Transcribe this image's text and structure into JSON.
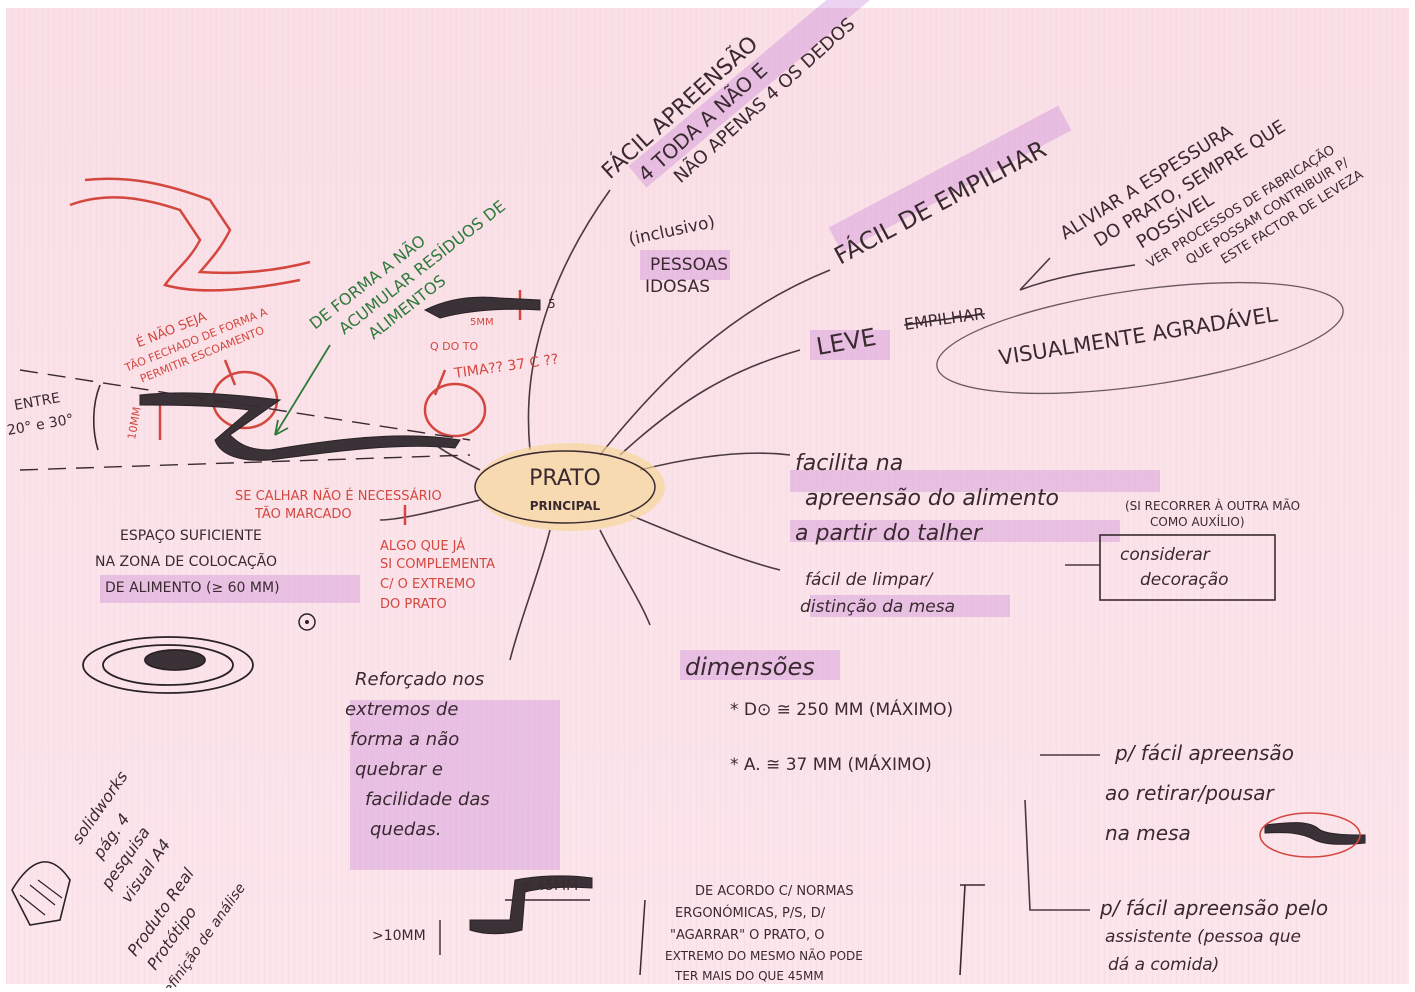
{
  "center": {
    "line1": "PRATO",
    "line2": "PRINCIPAL"
  },
  "branches": {
    "apreensao": {
      "line1": "FÁCIL APREENSÃO",
      "line2": "4 TODA A NÃO E",
      "line3": "NÃO APENAS 4 OS DEDOS"
    },
    "inclusivo": {
      "line1": "(inclusivo)",
      "line2": "PESSOAS",
      "line3": "IDOSAS"
    },
    "empilhar": "FÁCIL DE EMPILHAR",
    "leve": {
      "label": "LEVE",
      "struck": "EMPILHAR"
    },
    "aliviar": {
      "line1": "ALIVIAR A ESPESSURA",
      "line2": "DO PRATO, SEMPRE QUE",
      "line3": "POSSÍVEL"
    },
    "fabricacao": {
      "line1": "VER PROCESSOS DE FABRICAÇÃO",
      "line2": "QUE POSSAM CONTRIBUIR P/",
      "line3": "ESTE FACTOR DE LEVEZA"
    },
    "visual": "VISUALMENTE AGRADÁVEL",
    "facilita": {
      "line1": "facilita na",
      "line2": "apreensão do alimento",
      "line3": "a partir do talher",
      "note1": "(SI RECORRER À OUTRA MÃO",
      "note2": "COMO AUXÍLIO)"
    },
    "limpeza": {
      "line1": "fácil de limpar/",
      "line2": "distinção da mesa",
      "box1": "considerar",
      "box2": "decoração"
    },
    "dimensoes": {
      "title": "dimensões",
      "d": "* D⊙ ≅ 250 MM (MÁXIMO)",
      "a": "* A. ≅ 37 MM (MÁXIMO)",
      "p1a": "p/ fácil apreensão",
      "p1b": "ao retirar/pousar",
      "p1c": "na mesa",
      "p2a": "p/ fácil apreensão pelo",
      "p2b": "assistente (pessoa que",
      "p2c": "dá a comida)"
    },
    "reforcado": {
      "line1": "Reforçado nos",
      "line2": "extremos de",
      "line3": "forma a não",
      "line4": "quebrar e",
      "line5": "facilidade das",
      "line6": "quedas."
    }
  },
  "red_notes": {
    "fechado1": "É NÃO SEJA",
    "fechado2": "TÃO FECHADO DE FORMA A",
    "fechado3": "PERMITIR ESCOAMENTO",
    "dimension10": "10MM",
    "question1": "Q DO TO",
    "question2": "TIMA?? 37 C ??",
    "bottom1": "SE CALHAR NÃO É NECESSÁRIO",
    "bottom2": "TÃO MARCADO",
    "algo1": "ALGO QUE JÁ",
    "algo2": "SI COMPLEMENTA",
    "algo3": "C/ O EXTREMO",
    "algo4": "DO PRATO"
  },
  "green_note": {
    "line1": "DE FORMA A NÃO",
    "line2": "ACUMULAR RESÍDUOS DE",
    "line3": "ALIMENTOS"
  },
  "left_notes": {
    "entre1": "ENTRE",
    "entre2": "20° e 30°",
    "espaco1": "ESPAÇO SUFICIENTE",
    "espaco2": "NA ZONA DE COLOCAÇÃO",
    "espaco3": "DE ALIMENTO (≥ 60 MM)",
    "profile_small": "5",
    "profile_small2": "5MM"
  },
  "bottom_left": {
    "line1": "solidworks",
    "line2": "pág. 4",
    "line3": "pesquisa",
    "line4": "visual A4",
    "line5": "Produto Real",
    "line6": "Protótipo",
    "line7": "definição de análise"
  },
  "bottom_center": {
    "dim_w": "≤ 45MM",
    "dim_h": ">10MM",
    "ergo1": "DE ACORDO C/ NORMAS",
    "ergo2": "ERGONÓMICAS, P/S, D/",
    "ergo3": "\"AGARRAR\" O PRATO, O",
    "ergo4": "EXTREMO DO MESMO NÃO PODE",
    "ergo5": "TER MAIS DO QUE 45MM"
  },
  "colors": {
    "ink": "#3a2a30",
    "red": "#d4473f",
    "green": "#2e7a3a",
    "highlight": "#c77dd8",
    "center_fill": "#f7d79a",
    "paper": "#fbe3ea"
  }
}
